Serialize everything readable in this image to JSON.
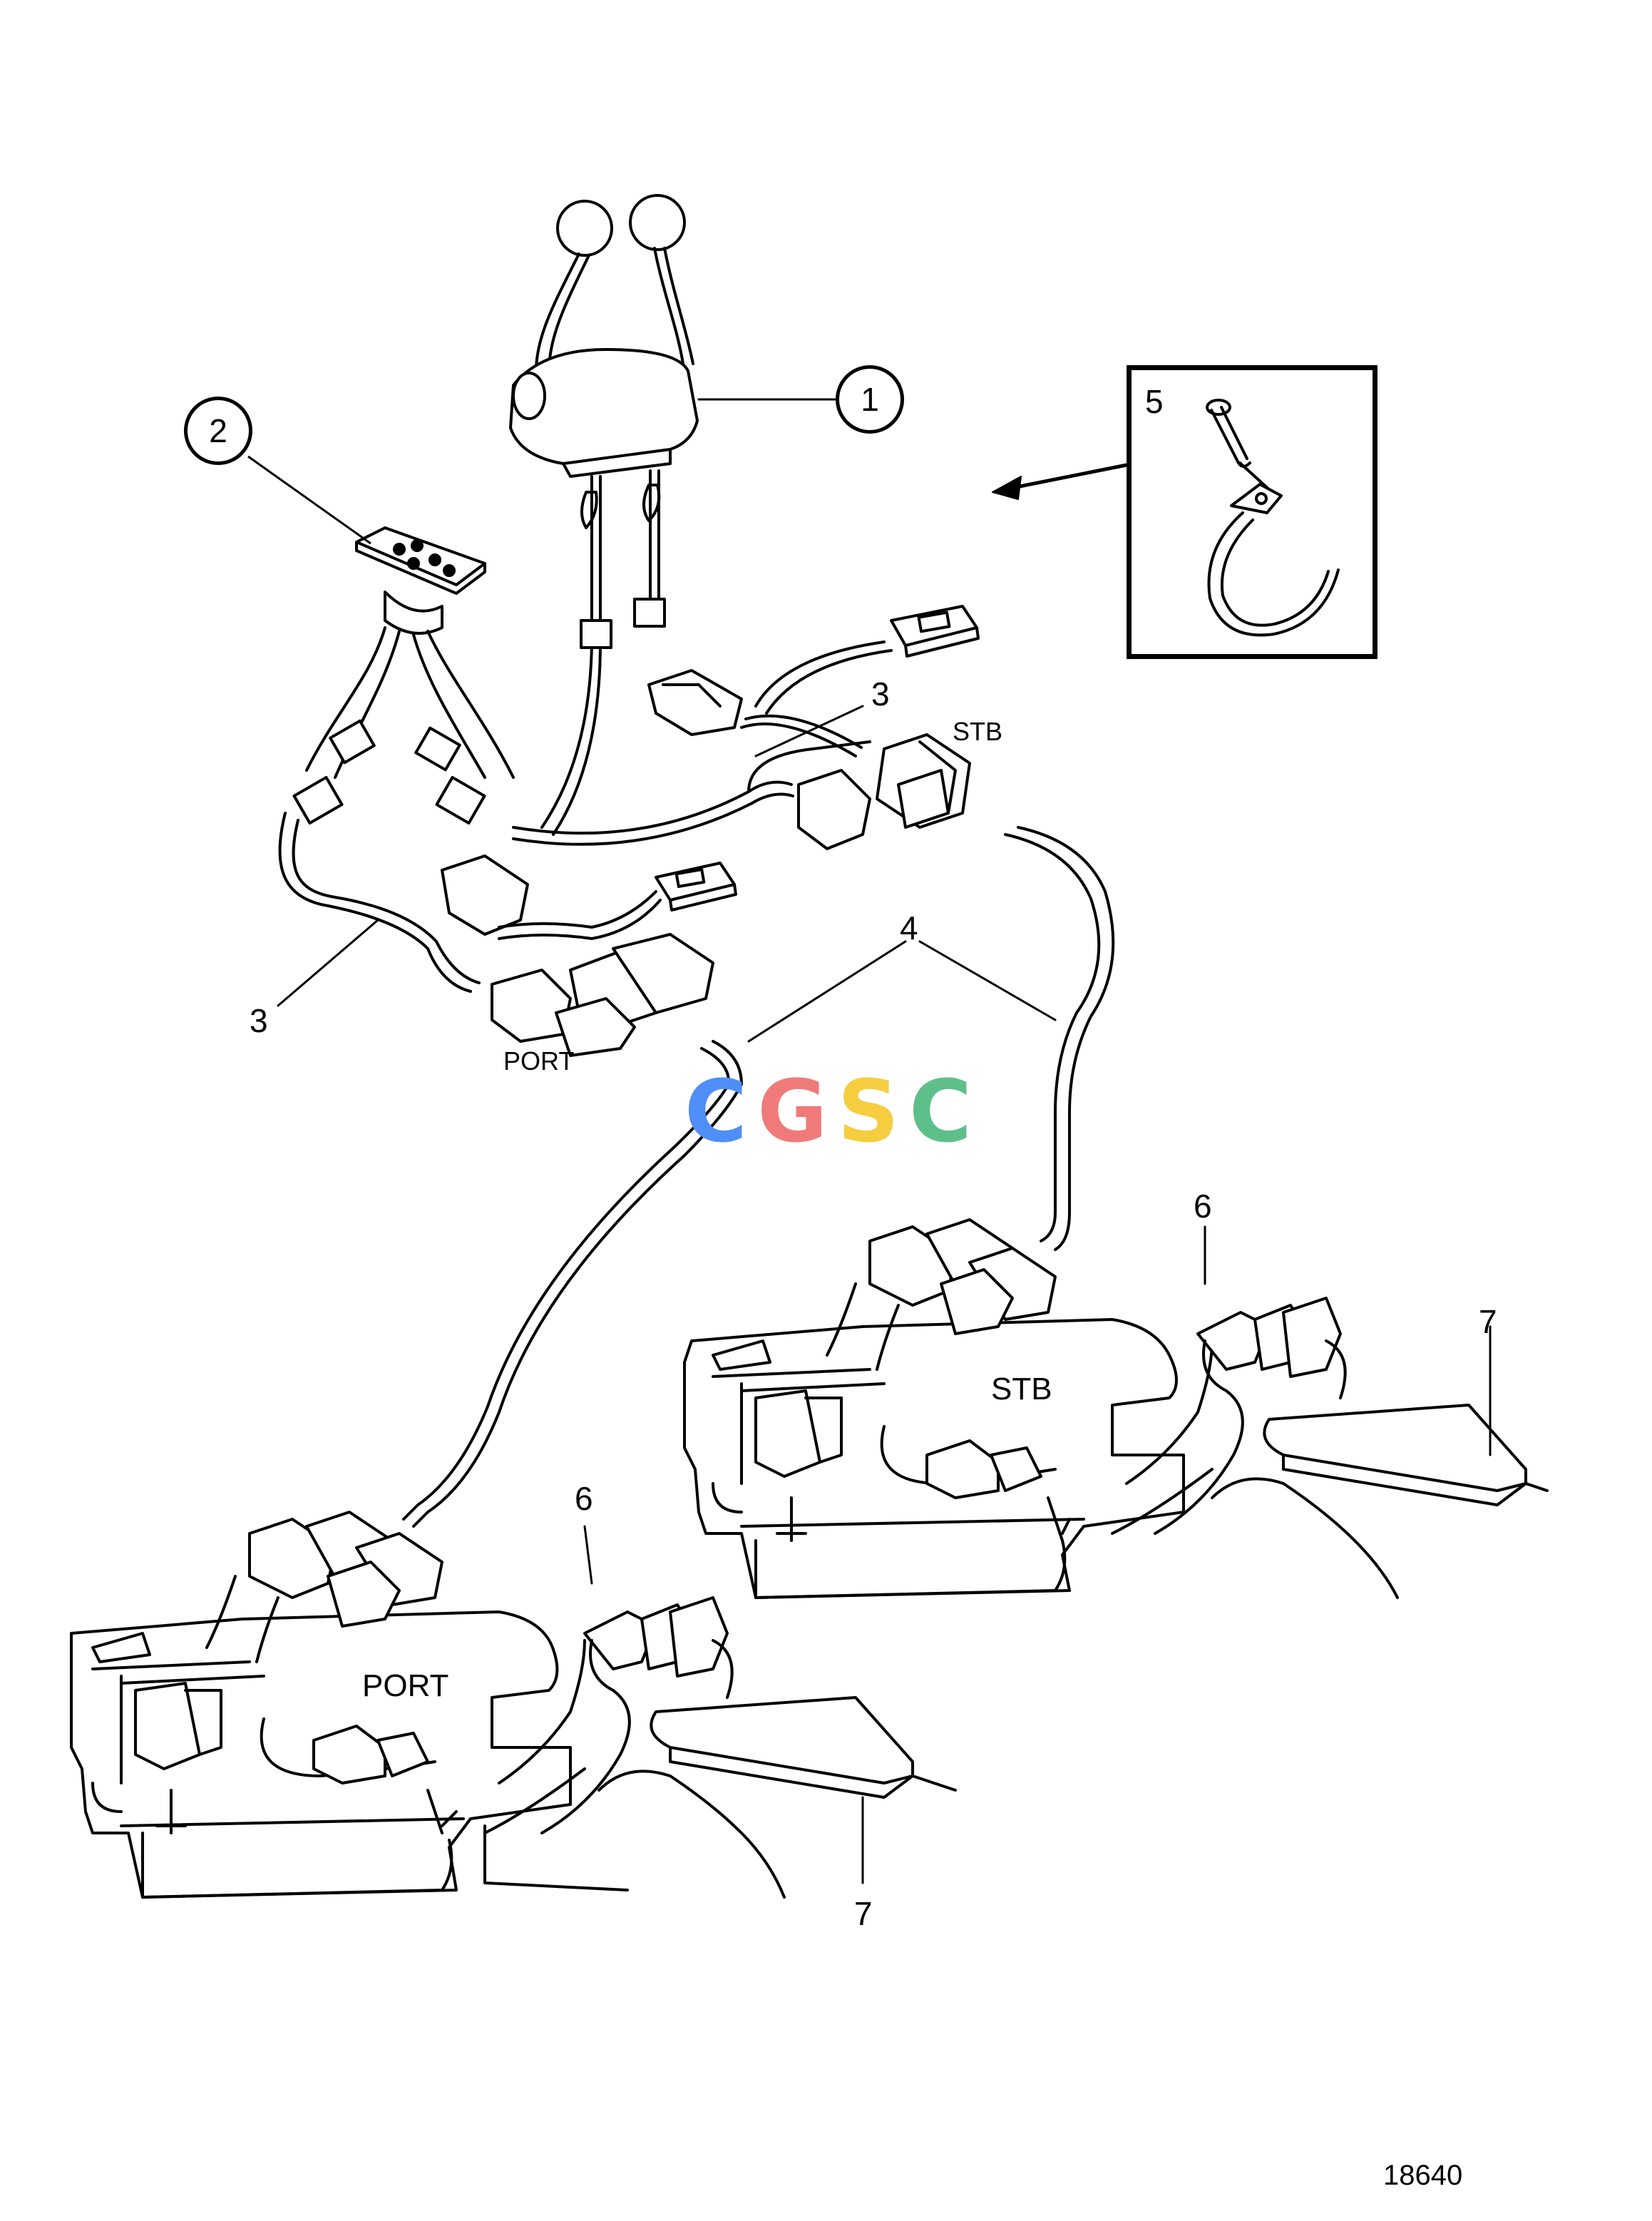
{
  "callouts": {
    "c1": "1",
    "c2": "2",
    "c3_upper": "3",
    "c3_lower": "3",
    "c4": "4",
    "c5": "5",
    "c6_upper": "6",
    "c6_lower": "6",
    "c7_upper": "7",
    "c7_lower": "7"
  },
  "labels": {
    "stb_harness": "STB",
    "port_harness": "PORT",
    "stb_engine": "STB",
    "port_engine": "PORT"
  },
  "watermark": {
    "letters": [
      "C",
      "G",
      "S",
      "C"
    ],
    "colors": [
      "#4f8ef7",
      "#f07a7a",
      "#f5cd3f",
      "#5fbf8a"
    ]
  },
  "figure_number": "18640"
}
